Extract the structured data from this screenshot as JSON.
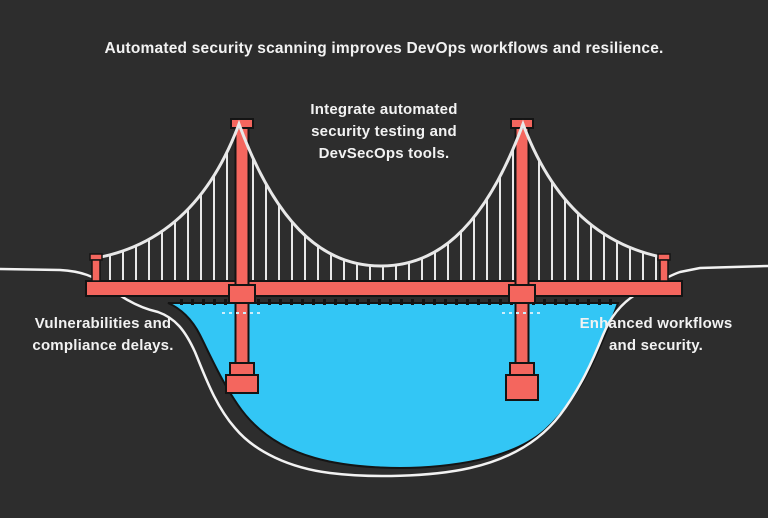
{
  "title": "Automated security scanning improves DevOps workflows and resilience.",
  "labels": {
    "center": {
      "lines": [
        "Integrate automated",
        "security testing and",
        "DevSecOps tools."
      ]
    },
    "left": {
      "lines": [
        "Vulnerabilities and",
        "compliance delays."
      ]
    },
    "right": {
      "lines": [
        "Enhanced workflows",
        "and security."
      ]
    }
  },
  "illustration": {
    "icon": "suspension-bridge-over-chasm-icon"
  },
  "colors": {
    "background": "#2d2d2d",
    "bridge_red": "#f4665e",
    "water_cyan": "#33c6f5",
    "cable_white": "#e8e8e8",
    "outline_black": "#141414",
    "text_white": "#f2f2f2"
  }
}
